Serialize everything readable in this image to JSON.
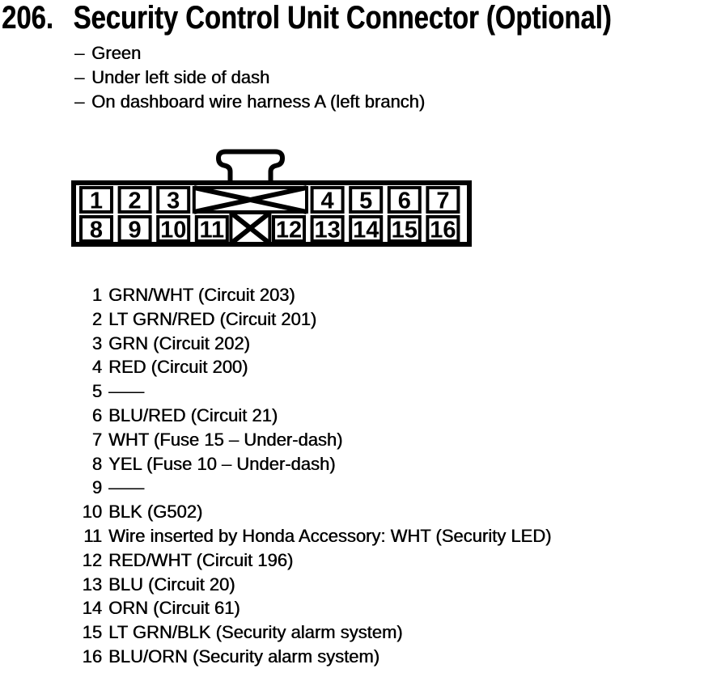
{
  "colors": {
    "ink": "#000000",
    "paper": "#ffffff"
  },
  "header": {
    "number": "206.",
    "title": "Security Control Unit Connector (Optional)"
  },
  "notes": {
    "dash": "–",
    "items": [
      "Green",
      "Under left side of dash",
      "On dashboard wire harness A (left branch)"
    ]
  },
  "connector": {
    "rows": [
      {
        "cells": [
          {
            "pin": "1"
          },
          {
            "pin": "2"
          },
          {
            "pin": "3"
          },
          {
            "crossed": true,
            "span": 3
          },
          {
            "pin": "4"
          },
          {
            "pin": "5"
          },
          {
            "pin": "6"
          },
          {
            "pin": "7"
          }
        ]
      },
      {
        "cells": [
          {
            "pin": "8"
          },
          {
            "pin": "9"
          },
          {
            "pin": "10"
          },
          {
            "pin": "11"
          },
          {
            "crossed": true,
            "span": 1
          },
          {
            "pin": "12"
          },
          {
            "pin": "13"
          },
          {
            "pin": "14"
          },
          {
            "pin": "15"
          },
          {
            "pin": "16"
          }
        ]
      }
    ]
  },
  "pins": [
    {
      "num": "1",
      "desc": "GRN/WHT (Circuit 203)"
    },
    {
      "num": "2",
      "desc": "LT GRN/RED (Circuit 201)"
    },
    {
      "num": "3",
      "desc": "GRN (Circuit 202)"
    },
    {
      "num": "4",
      "desc": "RED (Circuit 200)"
    },
    {
      "num": "5",
      "desc": "——"
    },
    {
      "num": "6",
      "desc": "BLU/RED (Circuit 21)"
    },
    {
      "num": "7",
      "desc": "WHT (Fuse 15 – Under-dash)"
    },
    {
      "num": "8",
      "desc": "YEL (Fuse 10 – Under-dash)"
    },
    {
      "num": "9",
      "desc": "——"
    },
    {
      "num": "10",
      "desc": "BLK (G502)"
    },
    {
      "num": "11",
      "desc": "Wire inserted by Honda Accessory: WHT (Security LED)"
    },
    {
      "num": "12",
      "desc": "RED/WHT (Circuit 196)"
    },
    {
      "num": "13",
      "desc": "BLU (Circuit 20)"
    },
    {
      "num": "14",
      "desc": "ORN (Circuit 61)"
    },
    {
      "num": "15",
      "desc": "LT GRN/BLK (Security alarm system)"
    },
    {
      "num": "16",
      "desc": "BLU/ORN (Security alarm system)"
    }
  ]
}
